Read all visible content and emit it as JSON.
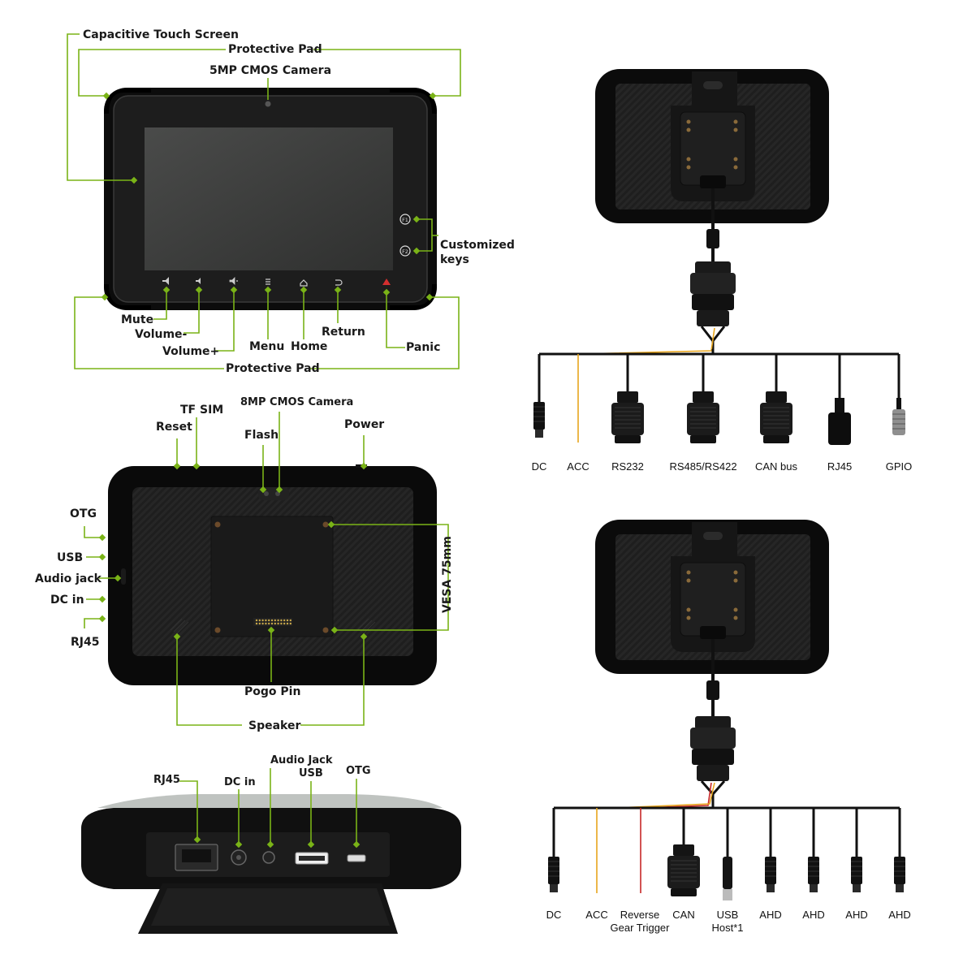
{
  "colors": {
    "callout_green": "#7ab317",
    "device_body": "#1b1b1b",
    "bumper": "#0e0e0e",
    "screen": "#3c3d3c",
    "cable": "#111111",
    "acc_wire": "#e8a51c",
    "reverse_wire": "#c62828"
  },
  "front_view": {
    "labels": {
      "touch_screen": "Capacitive Touch Screen",
      "protective_pad_top": "Protective Pad",
      "front_camera": "5MP CMOS Camera",
      "customized_keys": "Customized\nkeys",
      "mute": "Mute",
      "volume_down": "Volume-",
      "volume_up": "Volume+",
      "menu": "Menu",
      "home": "Home",
      "return": "Return",
      "panic": "Panic",
      "protective_pad_bottom": "Protective Pad"
    },
    "key_f1": "F1",
    "key_f2": "F2"
  },
  "back_view": {
    "labels": {
      "tf_sim": "TF SIM",
      "rear_camera": "8MP CMOS Camera",
      "reset": "Reset",
      "flash": "Flash",
      "power": "Power",
      "otg": "OTG",
      "usb": "USB",
      "audio_jack": "Audio jack",
      "dc_in": "DC in",
      "rj45": "RJ45",
      "vesa": "VESA 75mm",
      "pogo_pin": "Pogo Pin",
      "speaker": "Speaker"
    }
  },
  "bottom_view": {
    "labels": {
      "rj45": "RJ45",
      "dc_in": "DC in",
      "audio_jack": "Audio Jack",
      "usb": "USB",
      "otg": "OTG"
    }
  },
  "cable_1": {
    "connectors": [
      "DC",
      "ACC",
      "RS232",
      "RS485/RS422",
      "CAN bus",
      "RJ45",
      "GPIO"
    ]
  },
  "cable_2": {
    "connectors": [
      "DC",
      "ACC",
      "Reverse\nGear Trigger",
      "CAN",
      "USB\nHost*1",
      "AHD",
      "AHD",
      "AHD",
      "AHD"
    ]
  }
}
